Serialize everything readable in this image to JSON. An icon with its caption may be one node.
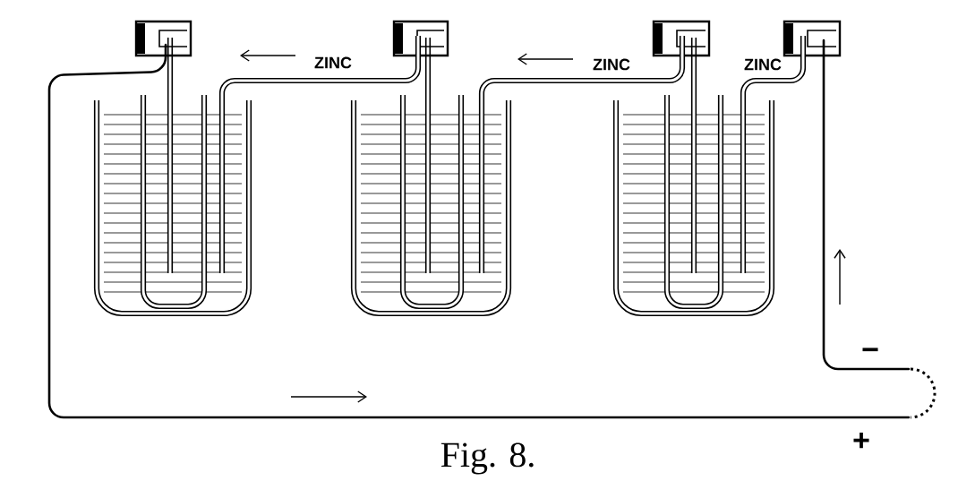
{
  "diagram": {
    "caption": "Fig. 8.",
    "labels": [
      "ZINC",
      "ZINC",
      "ZINC",
      "−",
      "+"
    ]
  }
}
